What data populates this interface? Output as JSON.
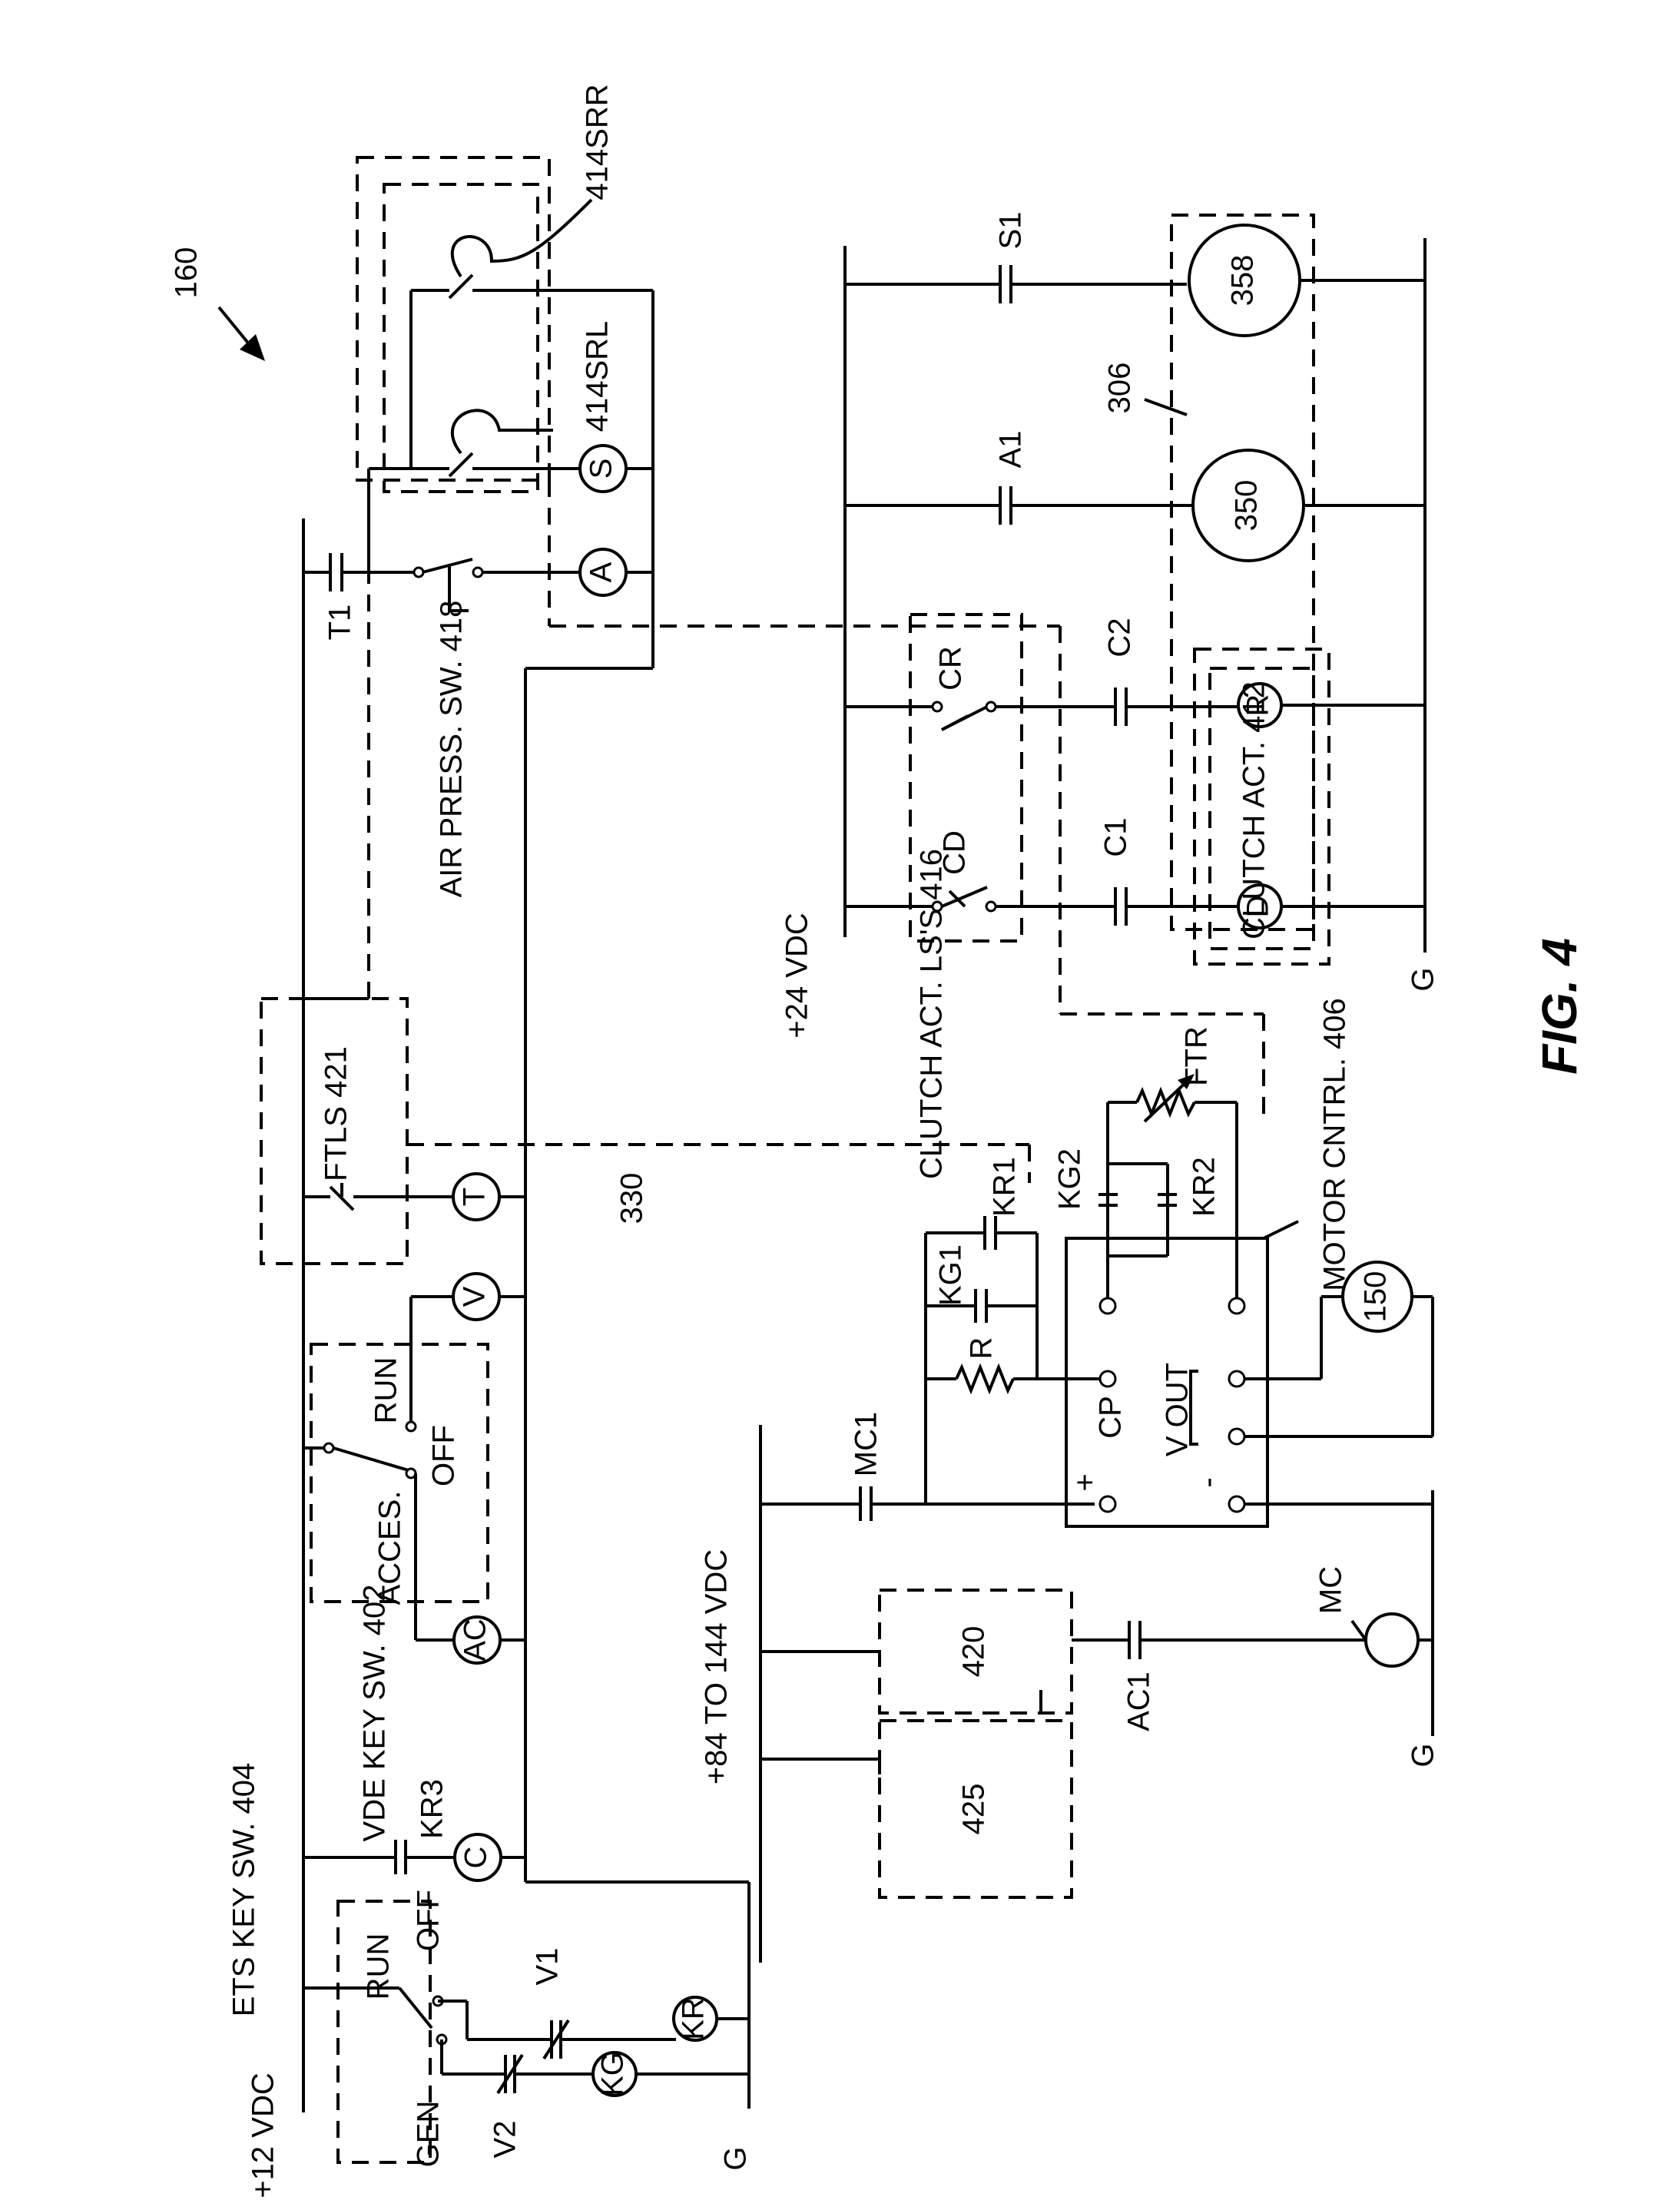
{
  "figure": {
    "ref": "160",
    "caption": "FIG. 4"
  },
  "rails": {
    "v12": "+12 VDC",
    "v24": "+24 VDC",
    "v84": "+84 TO 144 VDC",
    "ground": "G"
  },
  "circuit_12v": {
    "ets_key": "ETS KEY SW. 404",
    "run": "RUN",
    "off": "OFF",
    "gen": "GEN",
    "v1": "V1",
    "v2": "V2",
    "kg": "KG",
    "kr": "KR",
    "kr3": "KR3",
    "c": "C",
    "vde_key": "VDE KEY SW. 402",
    "acces": "ACCES.",
    "vde_off": "OFF",
    "vde_run": "RUN",
    "ac": "AC",
    "v": "V",
    "t": "T",
    "ftls": "FTLS 421",
    "t1": "T1",
    "air_press": "AIR PRESS. SW. 418",
    "a": "A",
    "s": "S",
    "srl": "414SRL",
    "srr": "414SRR",
    "link": "330"
  },
  "circuit_24v": {
    "s1": "S1",
    "a1": "A1",
    "c1": "C1",
    "c2": "C2",
    "cd": "CD",
    "cr": "CR",
    "clutch_ls": "CLUTCH ACT. LS'S 416",
    "clutch_act": "CLUTCH ACT. 412",
    "d": "D",
    "r": "R",
    "m358": "358",
    "m350": "350",
    "ref306": "306"
  },
  "motor_circuit": {
    "mc1": "MC1",
    "r": "R",
    "kg1": "KG1",
    "kr1": "KR1",
    "kg2": "KG2",
    "kr2": "KR2",
    "ftr": "FTR",
    "motor_ctrl": "MOTOR CNTRL. 406",
    "plus": "+",
    "minus": "-",
    "cp": "CP",
    "vout": "V OUT",
    "m150": "150",
    "b420": "420",
    "b425": "425",
    "ac1": "AC1",
    "mc": "MC"
  }
}
